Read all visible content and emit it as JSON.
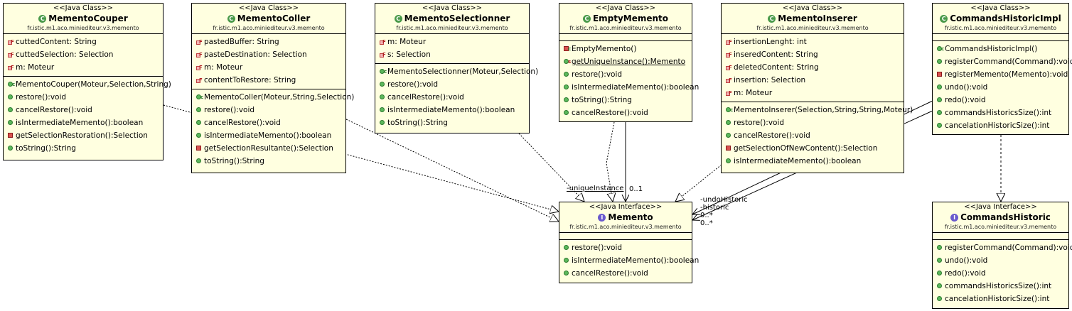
{
  "classes": [
    {
      "id": "memento-couper",
      "stereotype": "<<Java Class>>",
      "name": "MementoCouper",
      "kind": "class",
      "package": "fr.istic.m1.aco.miniediteur.v3.memento",
      "fields": [
        {
          "text": "cuttedContent: String",
          "icon": "field"
        },
        {
          "text": "cuttedSelection: Selection",
          "icon": "field"
        },
        {
          "text": "m: Moteur",
          "icon": "field"
        }
      ],
      "methods": [
        {
          "text": "MementoCouper(Moteur,Selection,String)",
          "icon": "ctor"
        },
        {
          "text": "restore():void",
          "icon": "public"
        },
        {
          "text": "cancelRestore():void",
          "icon": "public"
        },
        {
          "text": "isIntermediateMemento():boolean",
          "icon": "public"
        },
        {
          "text": "getSelectionRestoration():Selection",
          "icon": "private"
        },
        {
          "text": "toString():String",
          "icon": "public"
        }
      ]
    },
    {
      "id": "memento-coller",
      "stereotype": "<<Java Class>>",
      "name": "MementoColler",
      "kind": "class",
      "package": "fr.istic.m1.aco.miniediteur.v3.memento",
      "fields": [
        {
          "text": "pastedBuffer: String",
          "icon": "field"
        },
        {
          "text": "pasteDestination: Selection",
          "icon": "field"
        },
        {
          "text": "m: Moteur",
          "icon": "field"
        },
        {
          "text": "contentToRestore: String",
          "icon": "field"
        }
      ],
      "methods": [
        {
          "text": "MementoColler(Moteur,String,Selection)",
          "icon": "ctor"
        },
        {
          "text": "restore():void",
          "icon": "public"
        },
        {
          "text": "cancelRestore():void",
          "icon": "public"
        },
        {
          "text": "isIntermediateMemento():boolean",
          "icon": "public"
        },
        {
          "text": "getSelectionResultante():Selection",
          "icon": "private"
        },
        {
          "text": "toString():String",
          "icon": "public"
        }
      ]
    },
    {
      "id": "memento-selectionner",
      "stereotype": "<<Java Class>>",
      "name": "MementoSelectionner",
      "kind": "class",
      "package": "fr.istic.m1.aco.miniediteur.v3.memento",
      "fields": [
        {
          "text": "m: Moteur",
          "icon": "field"
        },
        {
          "text": "s: Selection",
          "icon": "field"
        }
      ],
      "methods": [
        {
          "text": "MementoSelectionner(Moteur,Selection)",
          "icon": "ctor"
        },
        {
          "text": "restore():void",
          "icon": "public"
        },
        {
          "text": "cancelRestore():void",
          "icon": "public"
        },
        {
          "text": "isIntermediateMemento():boolean",
          "icon": "public"
        },
        {
          "text": "toString():String",
          "icon": "public"
        }
      ]
    },
    {
      "id": "empty-memento",
      "stereotype": "<<Java Class>>",
      "name": "EmptyMemento",
      "kind": "class",
      "package": "fr.istic.m1.aco.miniediteur.v3.memento",
      "fields": [],
      "methods": [
        {
          "text": "EmptyMemento()",
          "icon": "private-ctor"
        },
        {
          "text": "getUniqueInstance():Memento",
          "icon": "static",
          "underline": true
        },
        {
          "text": "restore():void",
          "icon": "public"
        },
        {
          "text": "isIntermediateMemento():boolean",
          "icon": "public"
        },
        {
          "text": "toString():String",
          "icon": "public"
        },
        {
          "text": "cancelRestore():void",
          "icon": "public"
        }
      ]
    },
    {
      "id": "memento-inserer",
      "stereotype": "<<Java Class>>",
      "name": "MementoInserer",
      "kind": "class",
      "package": "fr.istic.m1.aco.miniediteur.v3.memento",
      "fields": [
        {
          "text": "insertionLenght: int",
          "icon": "field"
        },
        {
          "text": "inseredContent: String",
          "icon": "field"
        },
        {
          "text": "deletedContent: String",
          "icon": "field"
        },
        {
          "text": "insertion: Selection",
          "icon": "field"
        },
        {
          "text": "m: Moteur",
          "icon": "field"
        }
      ],
      "methods": [
        {
          "text": "MementoInserer(Selection,String,String,Moteur)",
          "icon": "ctor"
        },
        {
          "text": "restore():void",
          "icon": "public"
        },
        {
          "text": "cancelRestore():void",
          "icon": "public"
        },
        {
          "text": "getSelectionOfNewContent():Selection",
          "icon": "private"
        },
        {
          "text": "isIntermediateMemento():boolean",
          "icon": "public"
        }
      ]
    },
    {
      "id": "commands-historic-impl",
      "stereotype": "<<Java Class>>",
      "name": "CommandsHistoricImpl",
      "kind": "class",
      "package": "fr.istic.m1.aco.miniediteur.v3.memento",
      "fields": [],
      "methods": [
        {
          "text": "CommandsHistoricImpl()",
          "icon": "ctor"
        },
        {
          "text": "registerCommand(Command):void",
          "icon": "public"
        },
        {
          "text": "registerMemento(Memento):void",
          "icon": "private"
        },
        {
          "text": "undo():void",
          "icon": "public"
        },
        {
          "text": "redo():void",
          "icon": "public"
        },
        {
          "text": "commandsHistoricsSize():int",
          "icon": "public"
        },
        {
          "text": "cancelationHistoricSize():int",
          "icon": "public"
        }
      ]
    },
    {
      "id": "memento",
      "stereotype": "<<Java Interface>>",
      "name": "Memento",
      "kind": "interface",
      "package": "fr.istic.m1.aco.miniediteur.v3.memento",
      "fields": [],
      "methods": [
        {
          "text": "restore():void",
          "icon": "public"
        },
        {
          "text": "isIntermediateMemento():boolean",
          "icon": "public"
        },
        {
          "text": "cancelRestore():void",
          "icon": "public"
        }
      ]
    },
    {
      "id": "commands-historic",
      "stereotype": "<<Java Interface>>",
      "name": "CommandsHistoric",
      "kind": "interface",
      "package": "fr.istic.m1.aco.miniediteur.v3.memento",
      "fields": [],
      "methods": [
        {
          "text": "registerCommand(Command):void",
          "icon": "public"
        },
        {
          "text": "undo():void",
          "icon": "public"
        },
        {
          "text": "redo():void",
          "icon": "public"
        },
        {
          "text": "commandsHistoricsSize():int",
          "icon": "public"
        },
        {
          "text": "cancelationHistoricSize():int",
          "icon": "public"
        }
      ]
    }
  ],
  "edge_labels": {
    "unique_instance": "-uniqueInstance",
    "unique_instance_mult": "0..1",
    "undo_historic": "-undoHistoric",
    "historic": "-historic",
    "mult_a": "0..*",
    "mult_b": "0..*"
  },
  "colors": {
    "class_fill": "#ffffe0",
    "class_icon": "#4a9a4a",
    "interface_icon": "#6a5acd"
  }
}
